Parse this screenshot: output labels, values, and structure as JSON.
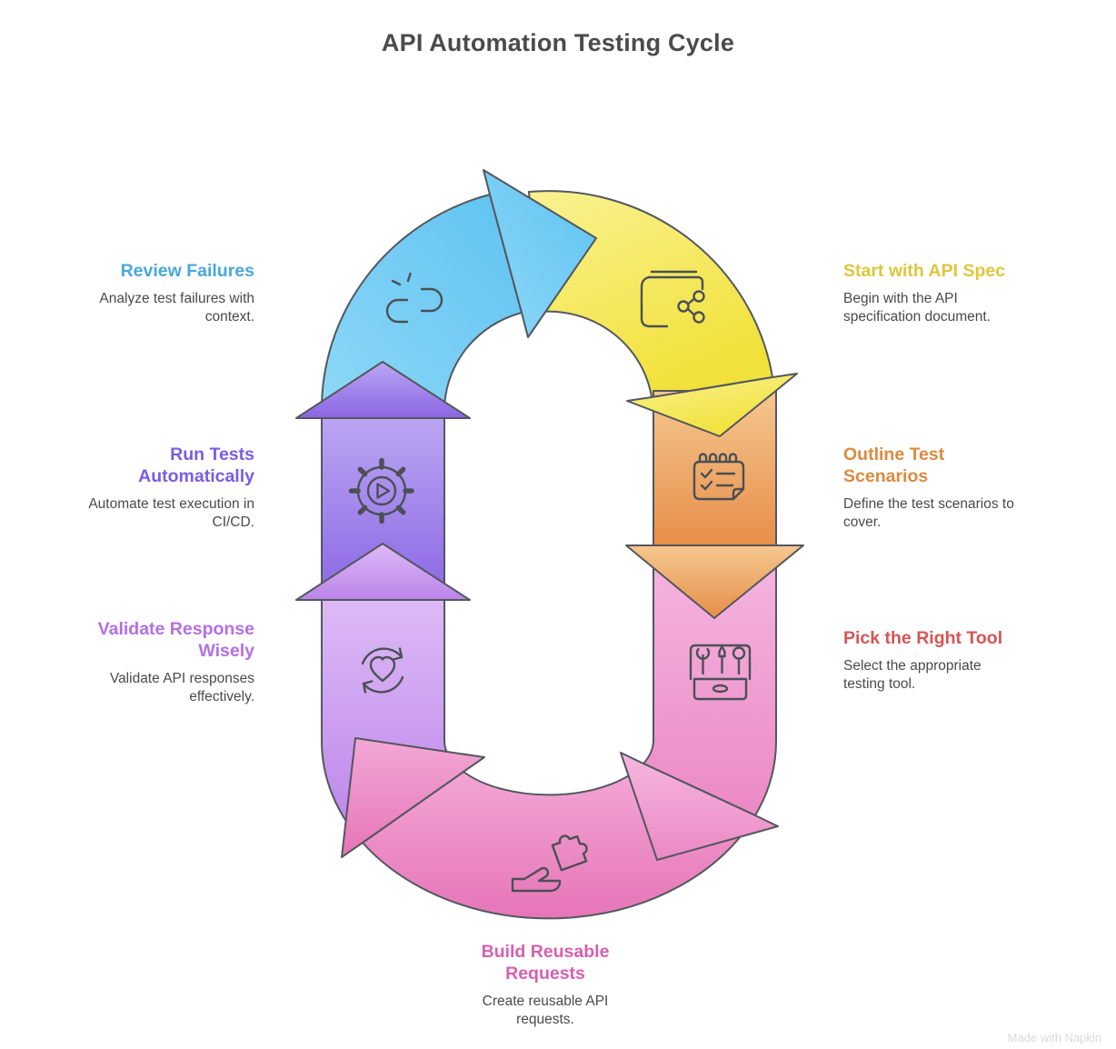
{
  "title": "API Automation Testing Cycle",
  "watermark": "Made with Napkin",
  "steps": [
    {
      "id": "start-with-api-spec",
      "label": "Start with API Spec",
      "description": "Begin with the API specification document.",
      "color": "#dfc63b",
      "icon": "api-spec-book-icon"
    },
    {
      "id": "outline-test-scenarios",
      "label": "Outline Test Scenarios",
      "description": "Define the test scenarios to cover.",
      "color": "#db8a3e",
      "icon": "checklist-icon"
    },
    {
      "id": "pick-the-right-tool",
      "label": "Pick the Right Tool",
      "description": "Select the appropriate testing tool.",
      "color": "#d95454",
      "icon": "toolbox-icon"
    },
    {
      "id": "build-reusable-requests",
      "label": "Build Reusable Requests",
      "description": "Create reusable API requests.",
      "color": "#d65fb1",
      "icon": "hand-puzzle-icon"
    },
    {
      "id": "validate-response-wisely",
      "label": "Validate Response Wisely",
      "description": "Validate API responses effectively.",
      "color": "#b46fe4",
      "icon": "heart-refresh-icon"
    },
    {
      "id": "run-tests-automatically",
      "label": "Run Tests Automatically",
      "description": "Automate test execution in CI/CD.",
      "color": "#7a5ce6",
      "icon": "gear-play-icon"
    },
    {
      "id": "review-failures",
      "label": "Review Failures",
      "description": "Analyze test failures with context.",
      "color": "#47a8dc",
      "icon": "broken-link-icon"
    }
  ],
  "palette": {
    "segments": {
      "blue": [
        "#5fc2f1",
        "#8ed8f7"
      ],
      "yellow": [
        "#f9f291",
        "#f2e13a"
      ],
      "orange": [
        "#f5c78f",
        "#e78e49"
      ],
      "pink_right": [
        "#f5b7e0",
        "#ec89c5"
      ],
      "pink_bottom": [
        "#f3a8d6",
        "#e675b7"
      ],
      "violet": [
        "#ddbaf6",
        "#bb84ea"
      ],
      "purple": [
        "#bba6f3",
        "#8b66e4"
      ]
    },
    "outline": "#53575e",
    "icon_stroke": "#4b5055",
    "body_text": "#4a4a4a",
    "title_text": "#4b4b4b"
  }
}
